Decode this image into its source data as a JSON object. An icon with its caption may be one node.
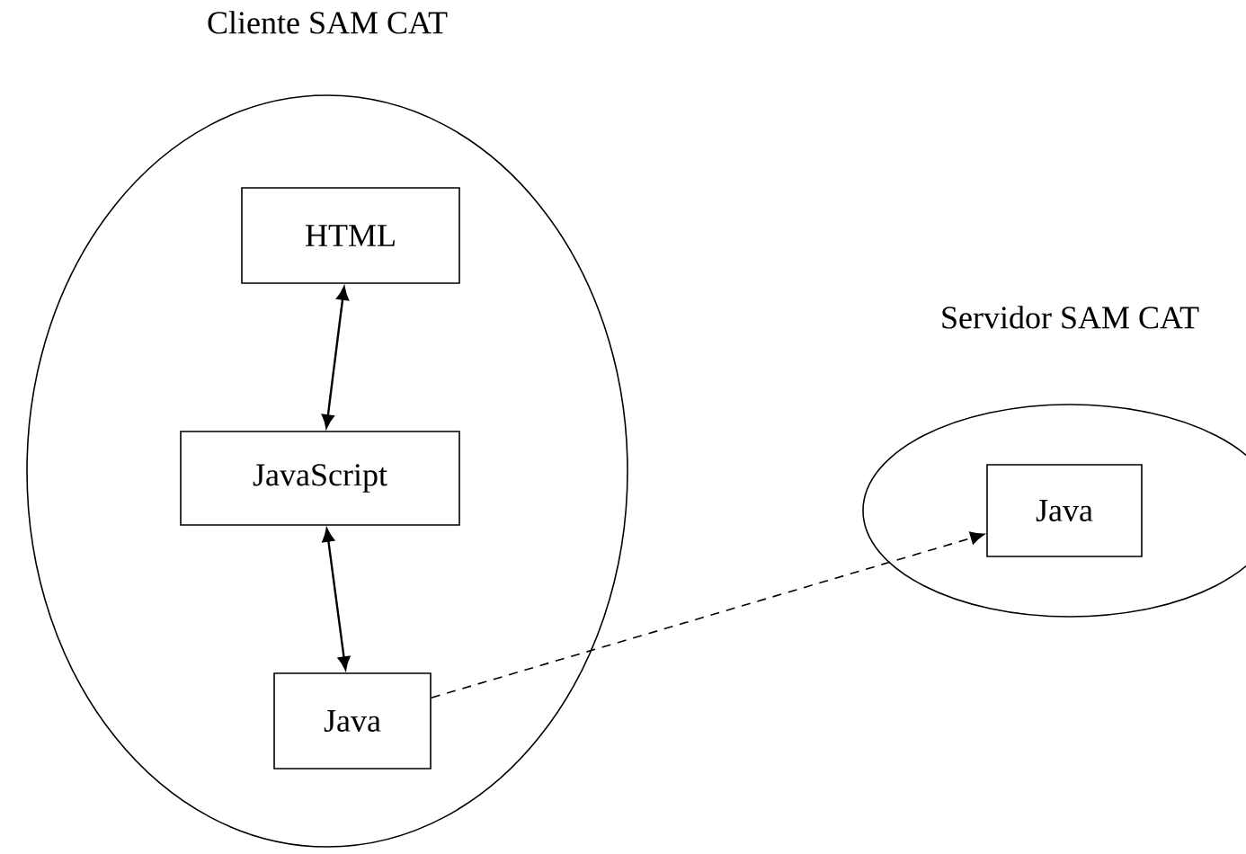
{
  "diagram": {
    "nodes": [
      {
        "text": [
          "Cliente SAM CAT"
        ]
      },
      {
        "text": [
          "HTML"
        ],
        "in": 0
      },
      {
        "text": [
          "JavaScript"
        ],
        "in": 0
      },
      {
        "text": [
          "Java"
        ],
        "in": 0
      },
      {
        "text": [
          "Servidor SAM CAT"
        ]
      },
      {
        "text": [
          "Java"
        ],
        "in": 4
      }
    ],
    "edges": [
      {
        "from": 1,
        "to": 2,
        "arrow": "both"
      },
      {
        "from": 2,
        "to": 3,
        "arrow": "both"
      },
      {
        "from": 3,
        "to": 5,
        "arrow": "to",
        "style": "dashed"
      }
    ]
  }
}
